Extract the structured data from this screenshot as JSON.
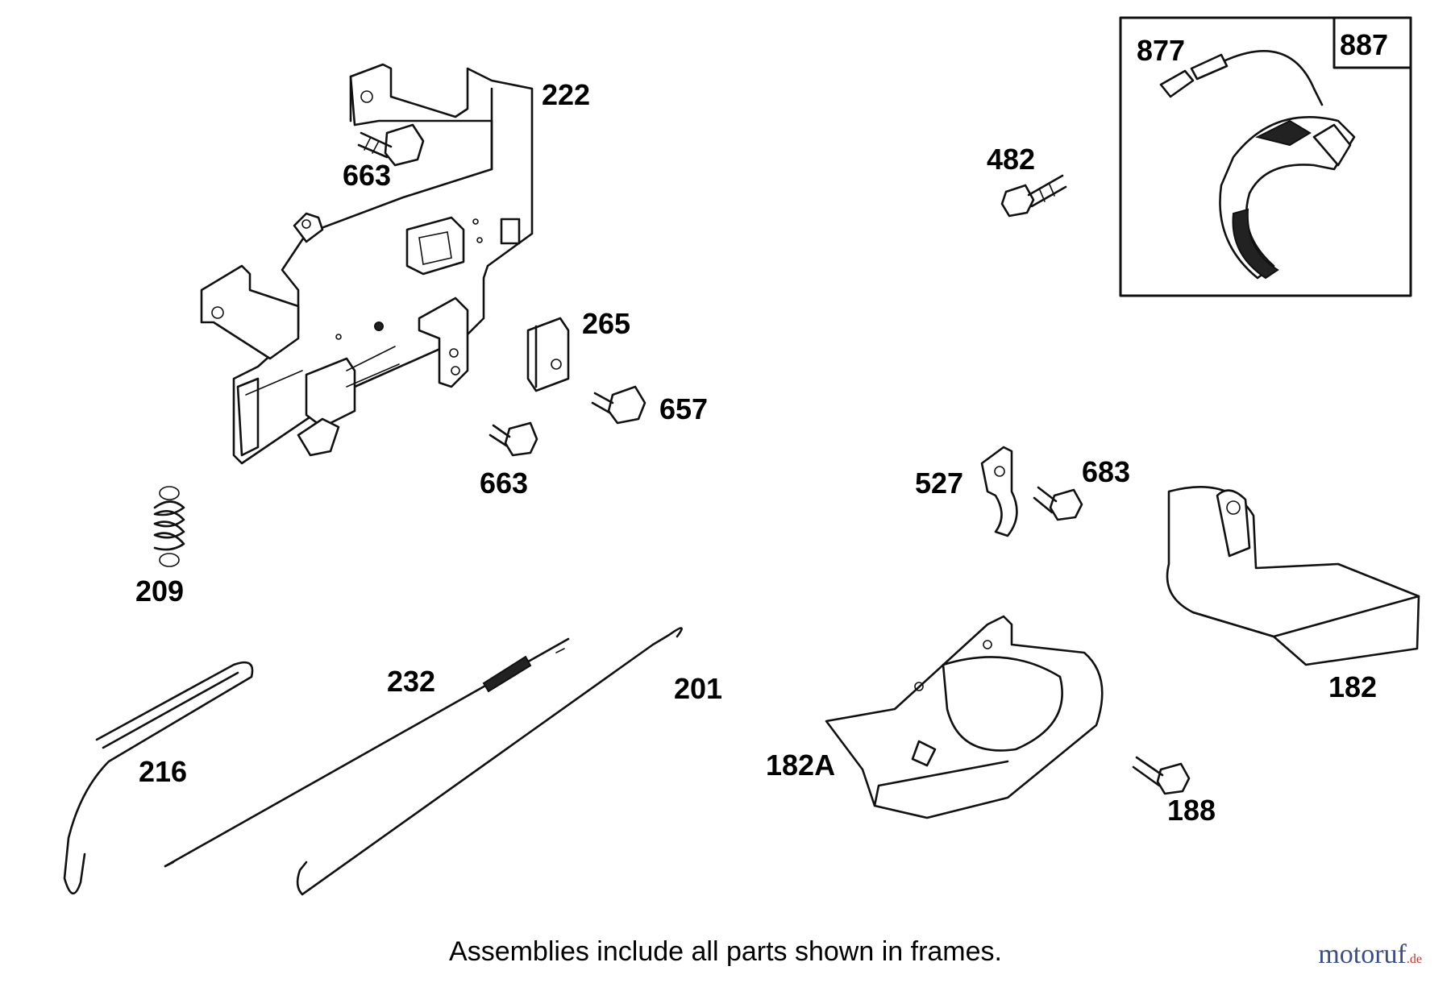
{
  "diagram": {
    "labels": {
      "p222": "222",
      "p663a": "663",
      "p663b": "663",
      "p265": "265",
      "p657": "657",
      "p209": "209",
      "p232": "232",
      "p201": "201",
      "p216": "216",
      "p482": "482",
      "p877": "877",
      "p887": "887",
      "p527": "527",
      "p683": "683",
      "p182": "182",
      "p182a": "182A",
      "p188": "188"
    },
    "caption": "Assemblies include all parts shown in frames.",
    "brand": {
      "name": "motoruf",
      "suffix": ".de"
    }
  }
}
